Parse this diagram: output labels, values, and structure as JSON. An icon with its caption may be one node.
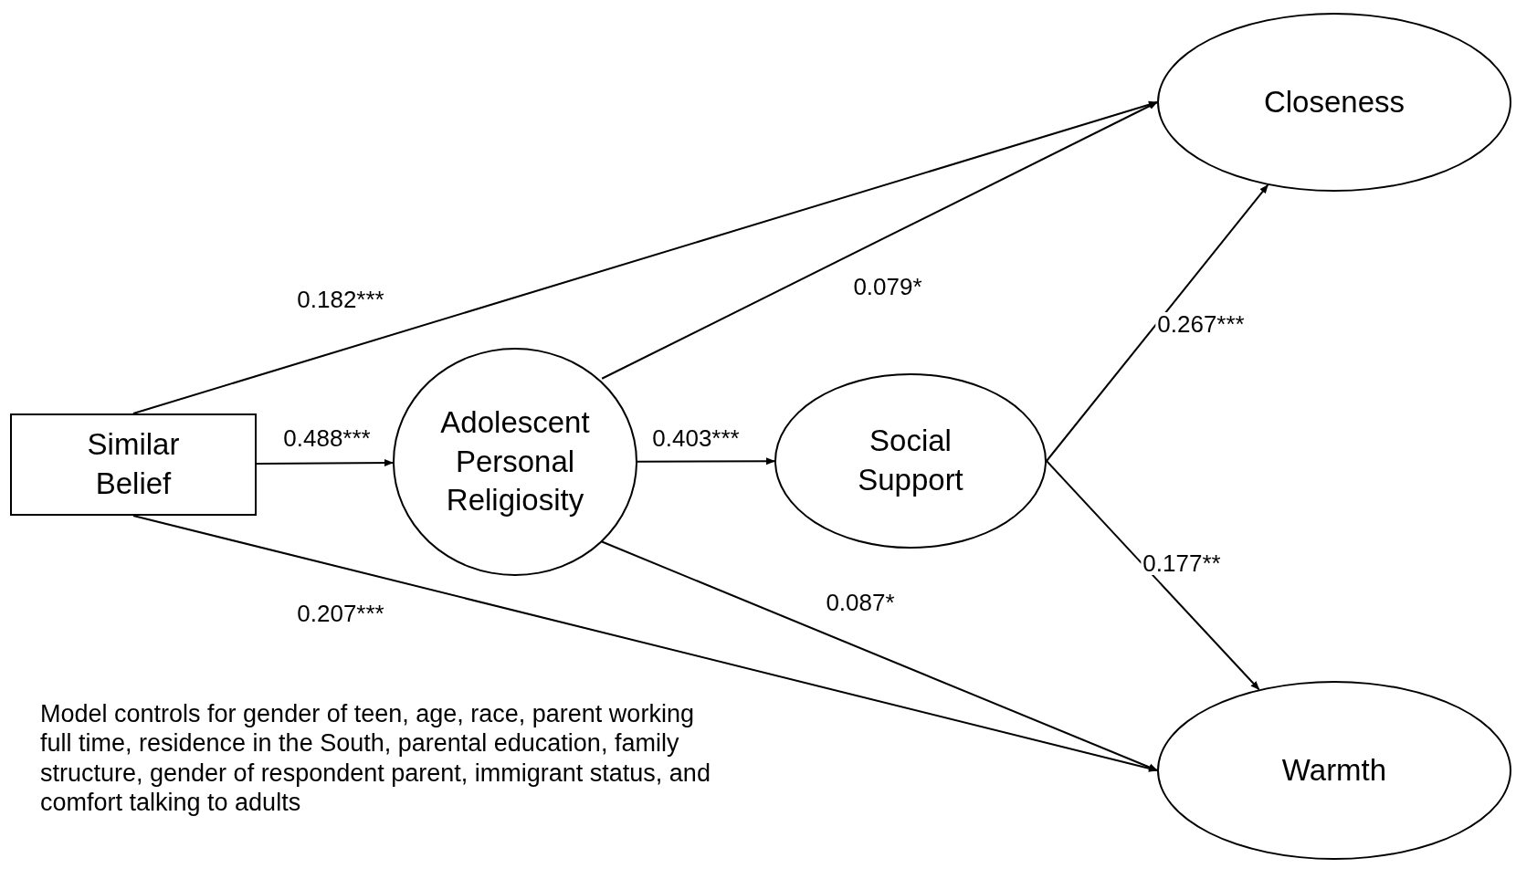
{
  "diagram": {
    "nodes": [
      {
        "text": [
          "Similar Belief"
        ]
      },
      {
        "text": [
          "Adolescent Personal Religiosity"
        ]
      },
      {
        "text": [
          "Social Support"
        ]
      },
      {
        "text": [
          "Closeness"
        ]
      },
      {
        "text": [
          "Warmth"
        ]
      }
    ],
    "edges": [
      {
        "from": 0,
        "to": 3,
        "arrow": "to",
        "label": "0.182***"
      },
      {
        "from": 0,
        "to": 1,
        "arrow": "to",
        "label": "0.488***"
      },
      {
        "from": 1,
        "to": 3,
        "arrow": "to",
        "label": "0.079*"
      },
      {
        "from": 1,
        "to": 2,
        "arrow": "to",
        "label": "0.403***"
      },
      {
        "from": 2,
        "to": 3,
        "arrow": "to",
        "label": "0.267***"
      },
      {
        "from": 2,
        "to": 4,
        "arrow": "to",
        "label": "0.177**"
      },
      {
        "from": 0,
        "to": 4,
        "arrow": "to",
        "label": "0.207***"
      },
      {
        "from": 1,
        "to": 4,
        "arrow": "to",
        "label": "0.087*"
      }
    ],
    "labels": [
      "Model controls for gender of teen, age, race, parent working full time, residence in the South, parental education, family structure, gender of respondent parent, immigrant status, and comfort talking to adults"
    ]
  }
}
